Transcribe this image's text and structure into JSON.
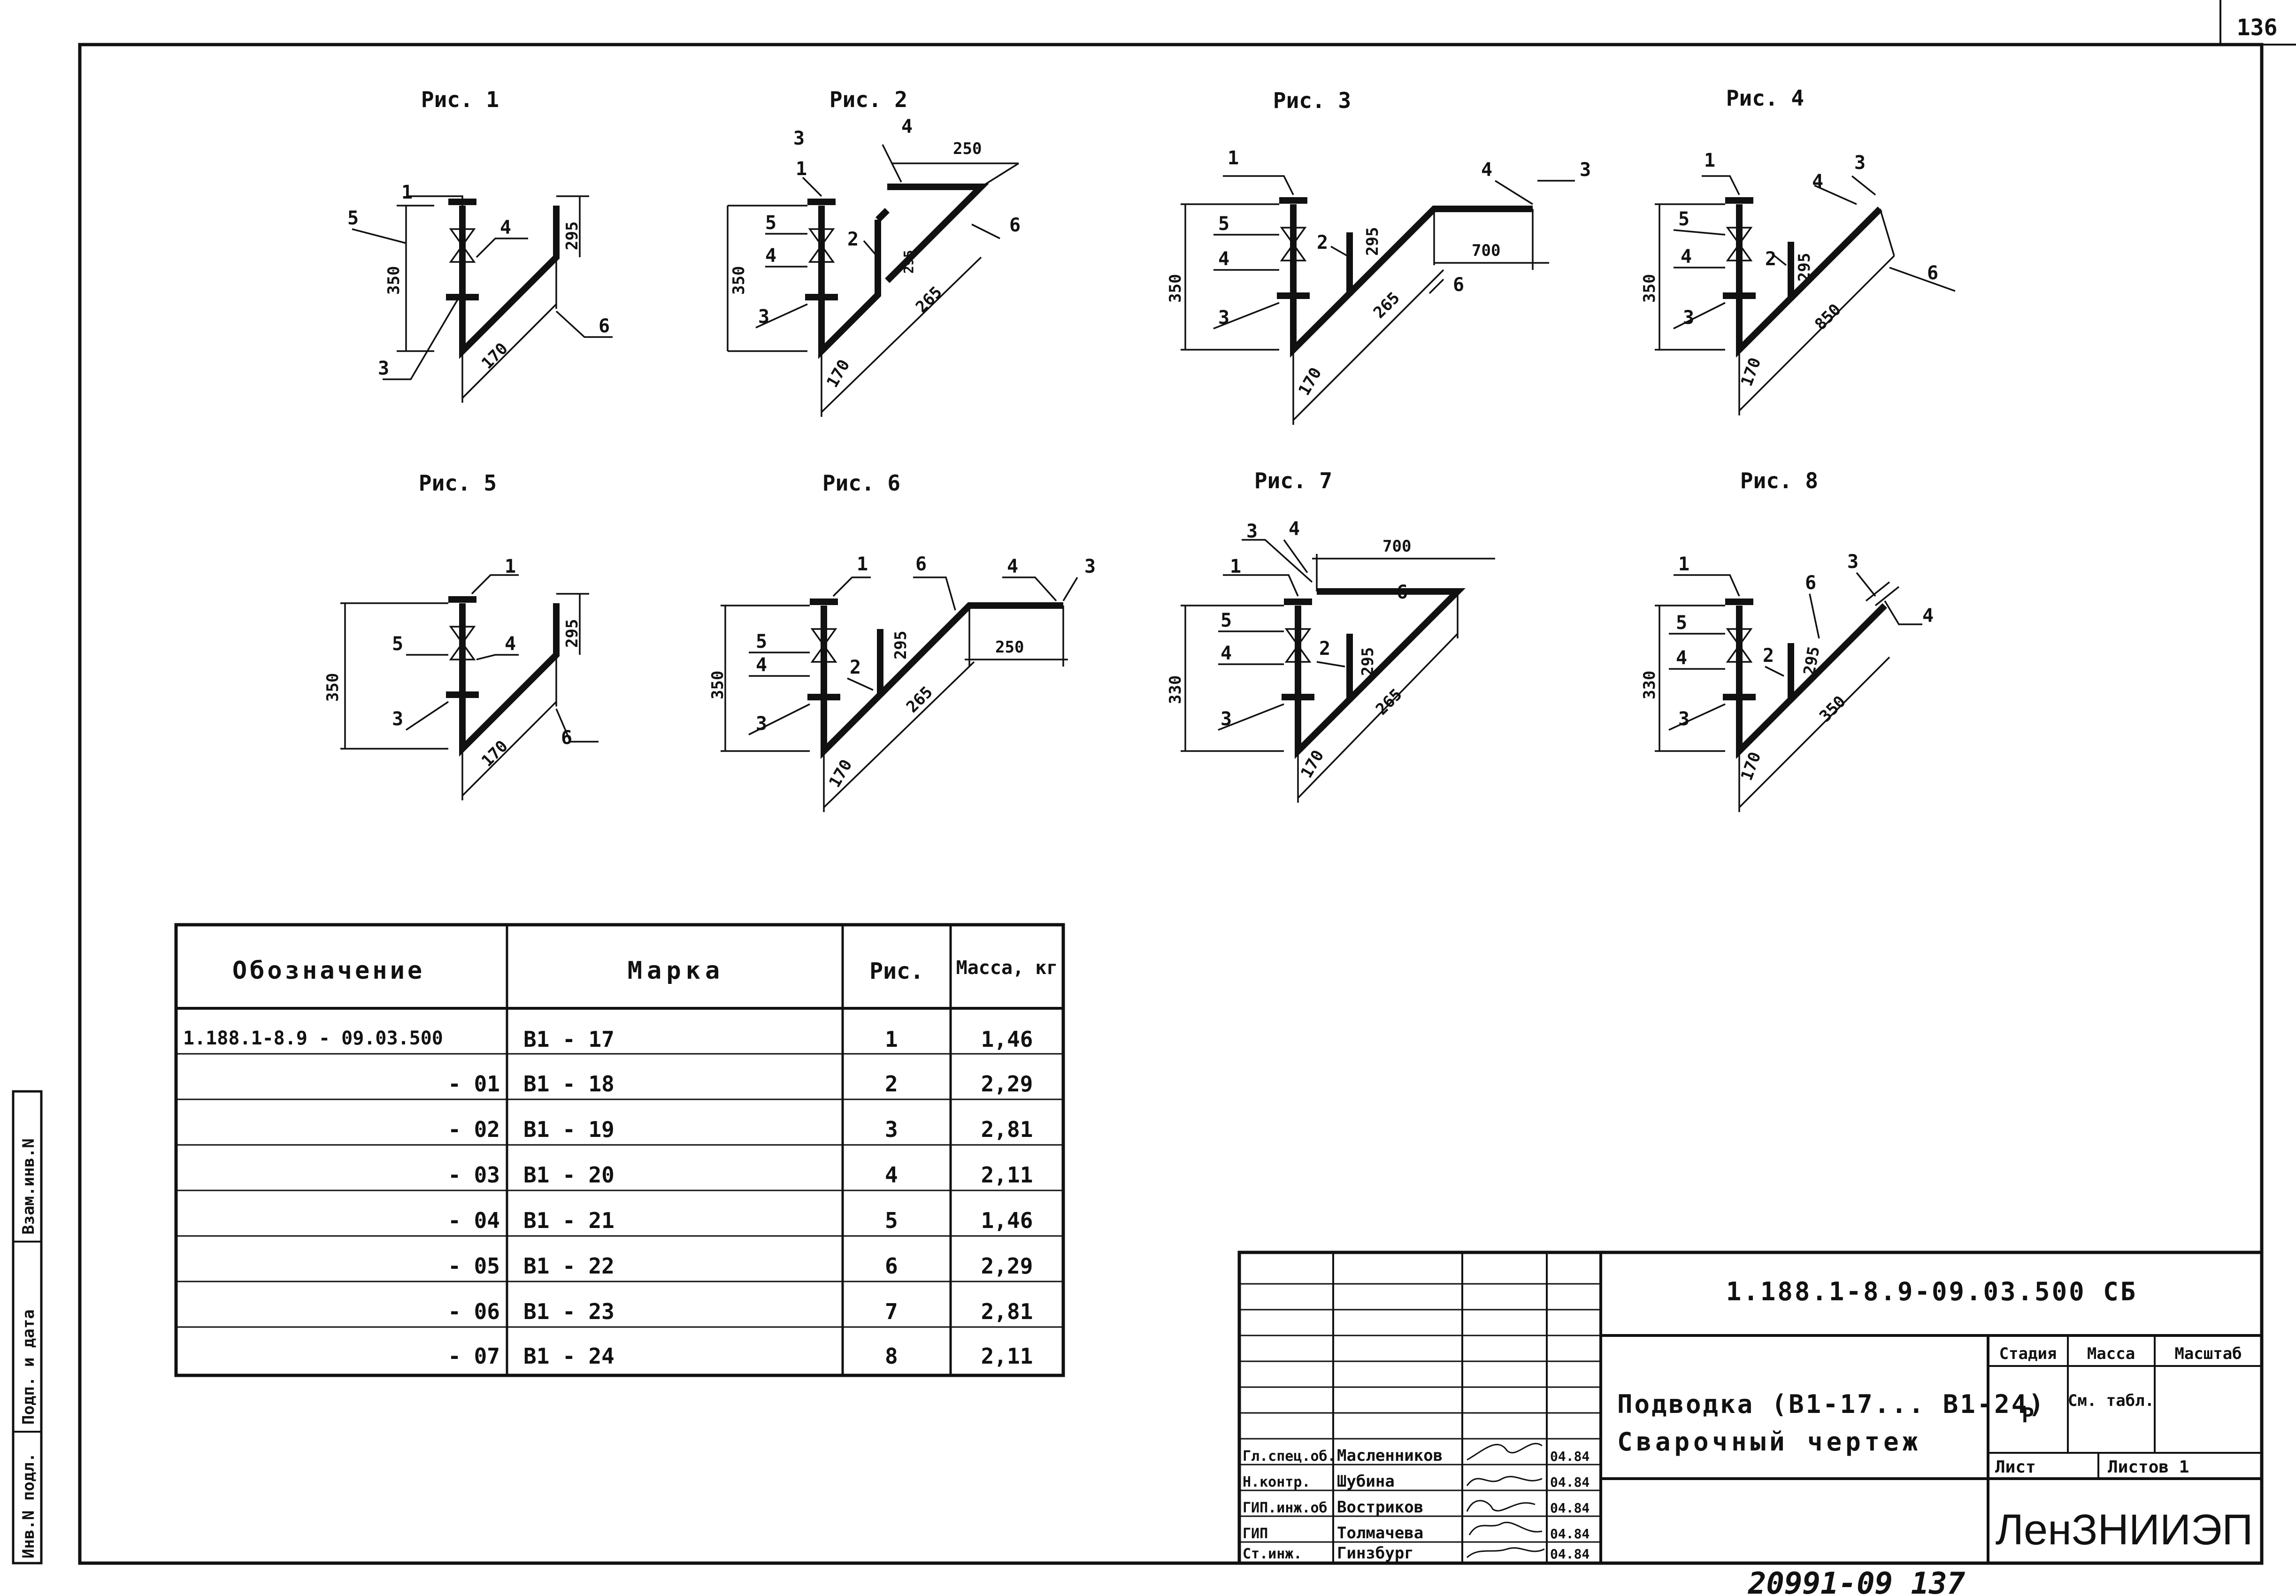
{
  "sheet_corner": "136",
  "figures": [
    {
      "title": "Рис. 1",
      "dims": [
        "350",
        "170",
        "295"
      ],
      "callouts": [
        "1",
        "5",
        "4",
        "3",
        "6"
      ]
    },
    {
      "title": "Рис. 2",
      "dims": [
        "350",
        "170",
        "295",
        "265",
        "250"
      ],
      "callouts": [
        "1",
        "3",
        "4",
        "5",
        "4",
        "3",
        "2",
        "6"
      ]
    },
    {
      "title": "Рис. 3",
      "dims": [
        "350",
        "170",
        "295",
        "265",
        "700"
      ],
      "callouts": [
        "1",
        "4",
        "3",
        "5",
        "4",
        "3",
        "2",
        "6"
      ]
    },
    {
      "title": "Рис. 4",
      "dims": [
        "350",
        "170",
        "295",
        "850"
      ],
      "callouts": [
        "1",
        "3",
        "4",
        "5",
        "4",
        "3",
        "2",
        "6"
      ]
    },
    {
      "title": "Рис. 5",
      "dims": [
        "350",
        "170",
        "295"
      ],
      "callouts": [
        "1",
        "5",
        "4",
        "3",
        "6"
      ]
    },
    {
      "title": "Рис. 6",
      "dims": [
        "350",
        "170",
        "295",
        "265",
        "250"
      ],
      "callouts": [
        "1",
        "6",
        "4",
        "3",
        "5",
        "4",
        "2",
        "3"
      ]
    },
    {
      "title": "Рис. 7",
      "dims": [
        "330",
        "170",
        "295",
        "265",
        "700"
      ],
      "callouts": [
        "3",
        "4",
        "1",
        "6",
        "5",
        "4",
        "2",
        "3"
      ]
    },
    {
      "title": "Рис. 8",
      "dims": [
        "330",
        "170",
        "295",
        "350"
      ],
      "callouts": [
        "1",
        "6",
        "3",
        "5",
        "4",
        "2",
        "4",
        "3"
      ]
    }
  ],
  "table": {
    "headers": [
      "Обозначение",
      "Марка",
      "Рис.",
      "Масса, кг"
    ],
    "rows": [
      [
        "1.188.1-8.9 - 09.03.500",
        "В1 - 17",
        "1",
        "1,46"
      ],
      [
        "- 01",
        "В1 - 18",
        "2",
        "2,29"
      ],
      [
        "- 02",
        "В1 - 19",
        "3",
        "2,81"
      ],
      [
        "- 03",
        "В1 - 20",
        "4",
        "2,11"
      ],
      [
        "- 04",
        "В1 - 21",
        "5",
        "1,46"
      ],
      [
        "- 05",
        "В1 - 22",
        "6",
        "2,29"
      ],
      [
        "- 06",
        "В1 - 23",
        "7",
        "2,81"
      ],
      [
        "- 07",
        "В1 - 24",
        "8",
        "2,11"
      ]
    ]
  },
  "side_stamp": [
    "Взам.инв.N",
    "Подп. и дата",
    "Инв.N подл."
  ],
  "title_block": {
    "doc_code": "1.188.1-8.9-09.03.500 СБ",
    "name_line1": "Подводка (В1-17... В1-24)",
    "name_line2": "Сварочный чертеж",
    "stage_label": "Стадия",
    "mass_label": "Масса",
    "scale_label": "Масштаб",
    "stage_value": "Р",
    "mass_value": "См. табл.",
    "sheet_label": "Лист",
    "sheets_label": "Листов 1",
    "org": "ЛенЗНИИЭП",
    "signers": [
      {
        "role": "Гл.спец.об.",
        "name": "Масленников",
        "date": "04.84"
      },
      {
        "role": "Н.контр.",
        "name": "Шубина",
        "date": "04.84"
      },
      {
        "role": "ГИП.инж.об",
        "name": "Востриков",
        "date": "04.84"
      },
      {
        "role": "ГИП",
        "name": "Толмачева",
        "date": "04.84"
      },
      {
        "role": "Ст.инж.",
        "name": "Гинзбург",
        "date": "04.84"
      }
    ]
  },
  "bottom_number": "20991-09 137"
}
